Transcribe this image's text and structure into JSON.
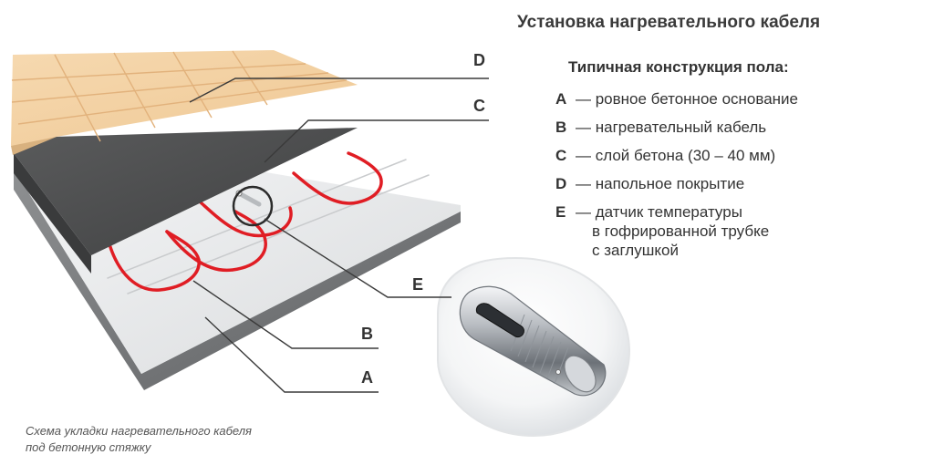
{
  "title": "Установка нагревательного кабеля",
  "subtitle": "Типичная конструкция пола:",
  "legend": [
    {
      "letter": "A",
      "text": "— ровное бетонное основание"
    },
    {
      "letter": "B",
      "text": "— нагревательный кабель"
    },
    {
      "letter": "C",
      "text": "— слой бетона (30 – 40 мм)"
    },
    {
      "letter": "D",
      "text": "— напольное покрытие"
    },
    {
      "letter": "E",
      "text": "— датчик температуры",
      "lines": [
        "в гофрированной трубке",
        "с заглушкой"
      ]
    }
  ],
  "callouts": {
    "D": "D",
    "C": "C",
    "E": "E",
    "B": "B",
    "A": "A"
  },
  "caption": {
    "line1": "Схема укладки нагревательного кабеля",
    "line2": "под бетонную стяжку"
  },
  "colors": {
    "tile": "#f2cfa0",
    "tile_grout": "#e3b67f",
    "concrete": "#4e4f50",
    "concrete_dark": "#3a3b3c",
    "base": "#eceef0",
    "base_side": "#7c7e80",
    "cable": "#e01d24",
    "leader": "#3a3a3a"
  }
}
